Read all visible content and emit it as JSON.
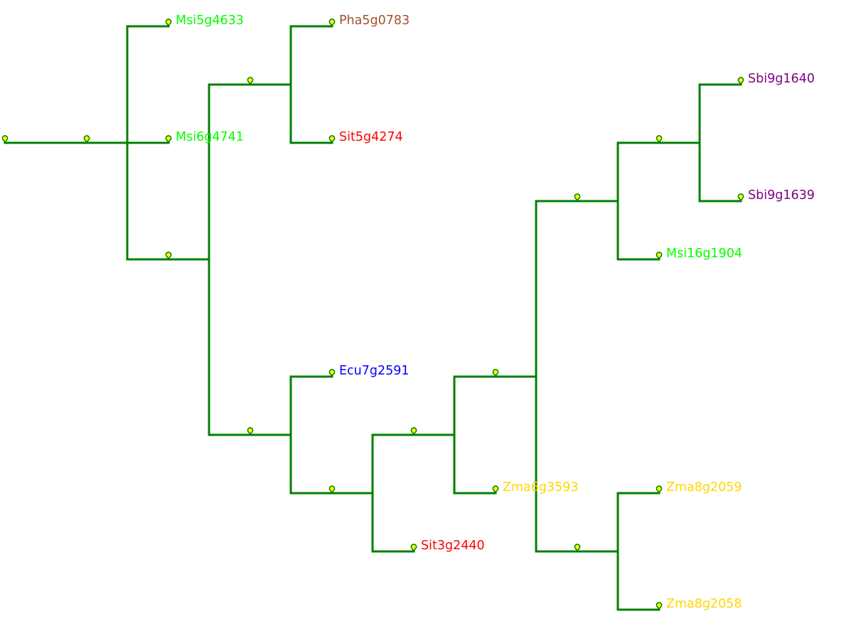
{
  "tree": {
    "branch_color": "#008000",
    "node_marker_color": "#ffff00",
    "leaves": [
      {
        "id": "Msi5g4633",
        "label": "Msi5g4633",
        "color": "#00ff00"
      },
      {
        "id": "Msi6g4741",
        "label": "Msi6g4741",
        "color": "#00ff00"
      },
      {
        "id": "Pha5g0783",
        "label": "Pha5g0783",
        "color": "#a0522d"
      },
      {
        "id": "Sit5g4274",
        "label": "Sit5g4274",
        "color": "#ff0000"
      },
      {
        "id": "Ecu7g2591",
        "label": "Ecu7g2591",
        "color": "#0000ff"
      },
      {
        "id": "Sit3g2440",
        "label": "Sit3g2440",
        "color": "#ff0000"
      },
      {
        "id": "Zma6g3593",
        "label": "Zma6g3593",
        "color": "#ffd700"
      },
      {
        "id": "Sbi9g1640",
        "label": "Sbi9g1640",
        "color": "#800080"
      },
      {
        "id": "Sbi9g1639",
        "label": "Sbi9g1639",
        "color": "#800080"
      },
      {
        "id": "Msi16g1904",
        "label": "Msi16g1904",
        "color": "#00ff00"
      },
      {
        "id": "Zma8g2059",
        "label": "Zma8g2059",
        "color": "#ffd700"
      },
      {
        "id": "Zma8g2058",
        "label": "Zma8g2058",
        "color": "#ffd700"
      }
    ]
  }
}
